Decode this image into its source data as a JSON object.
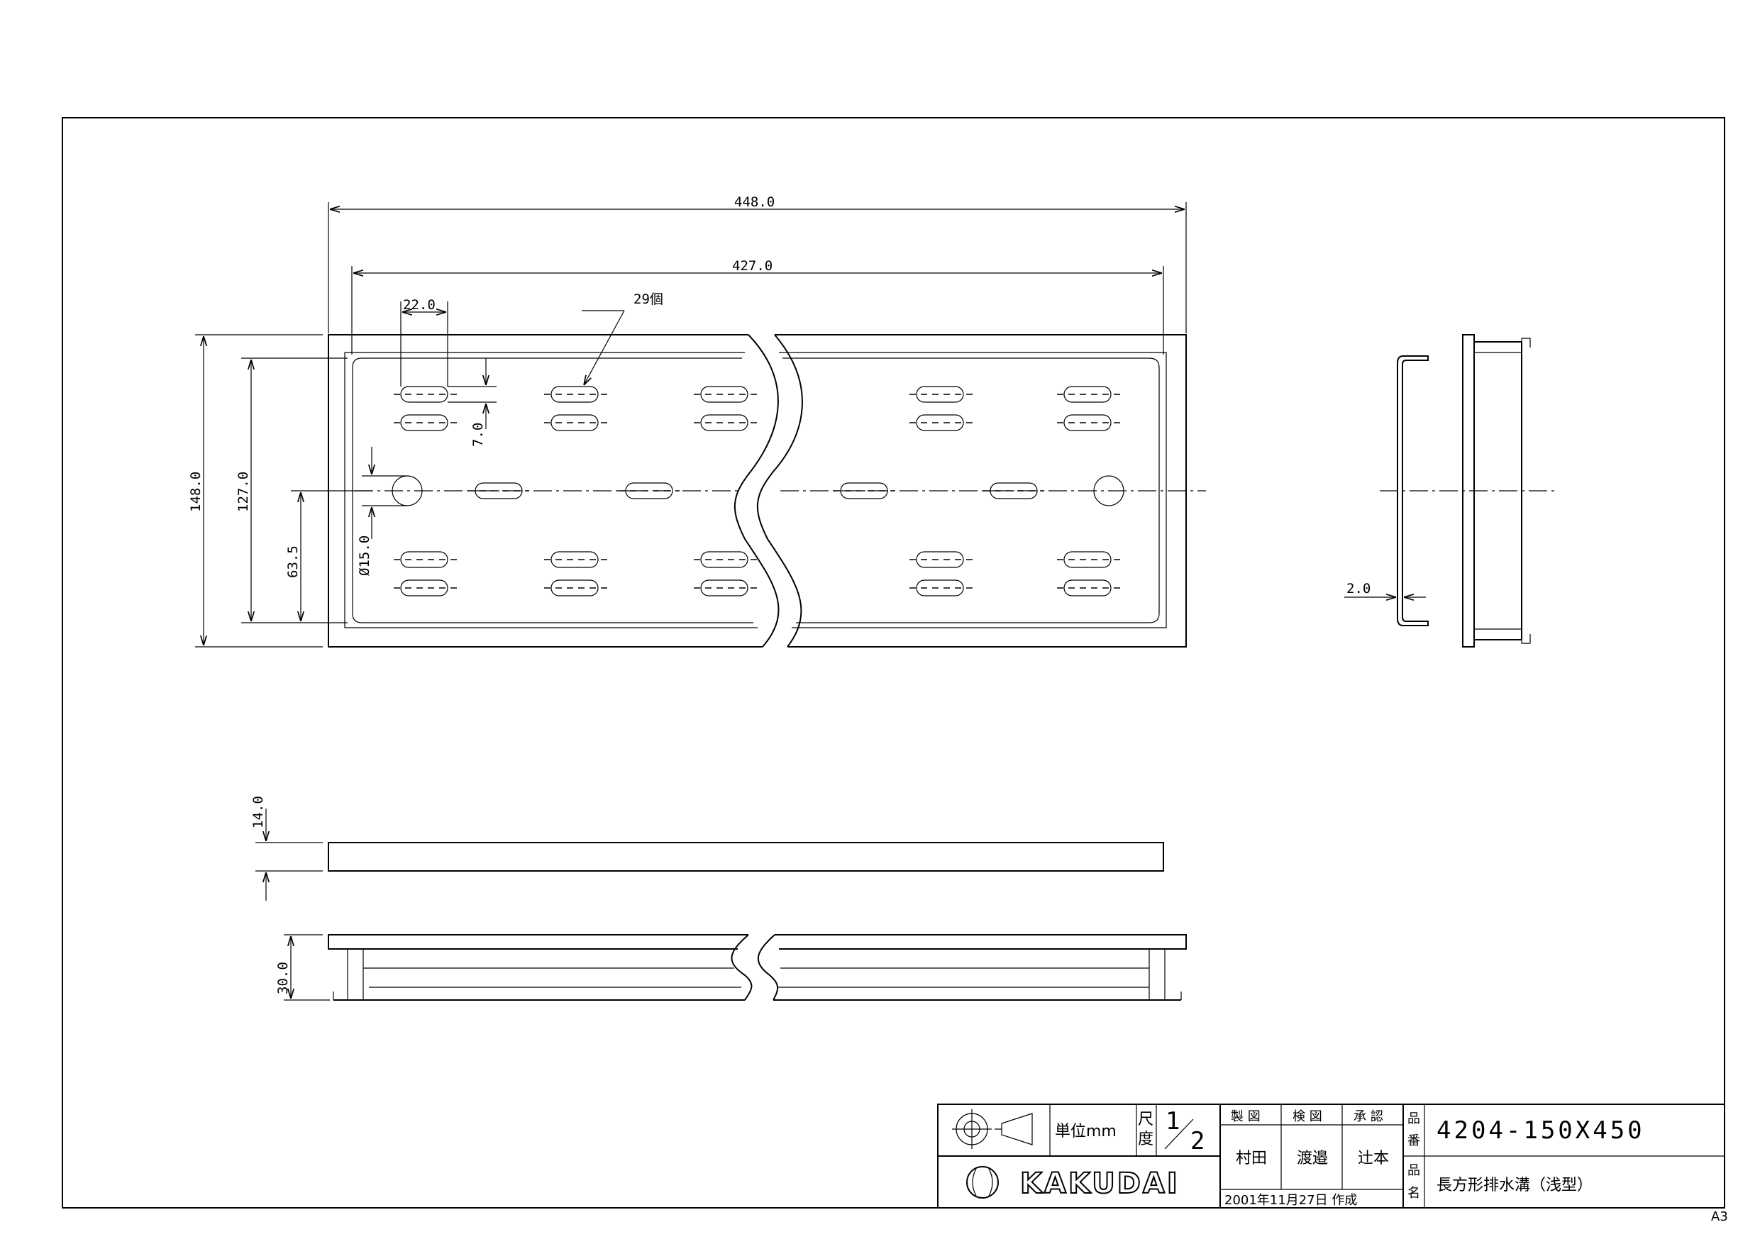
{
  "dimensions": {
    "overall_length": "448.0",
    "inner_length": "427.0",
    "slot_length": "22.0",
    "hole_count": "29個",
    "slot_width": "7.0",
    "overall_width": "148.0",
    "inner_width": "127.0",
    "half_width": "63.5",
    "hole_diameter": "Ø15.0",
    "lip_thickness": "2.0",
    "plate_thickness": "14.0",
    "frame_height": "30.0"
  },
  "title_block": {
    "unit_label": "単位mm",
    "scale_label_1": "尺",
    "scale_label_2": "度",
    "scale_num": "1",
    "scale_den": "2",
    "drawn_label": "製 図",
    "checked_label": "検 図",
    "approved_label": "承 認",
    "drawn_by": "村田",
    "checked_by": "渡邉",
    "approved_by": "辻本",
    "part_no_label_1": "品",
    "part_no_label_2": "番",
    "part_name_label_1": "品",
    "part_name_label_2": "名",
    "part_number": "4204-150X450",
    "part_name": "長方形排水溝（浅型）",
    "date": "2001年11月27日 作成",
    "brand": "KAKUDAI",
    "sheet_size": "A3"
  }
}
